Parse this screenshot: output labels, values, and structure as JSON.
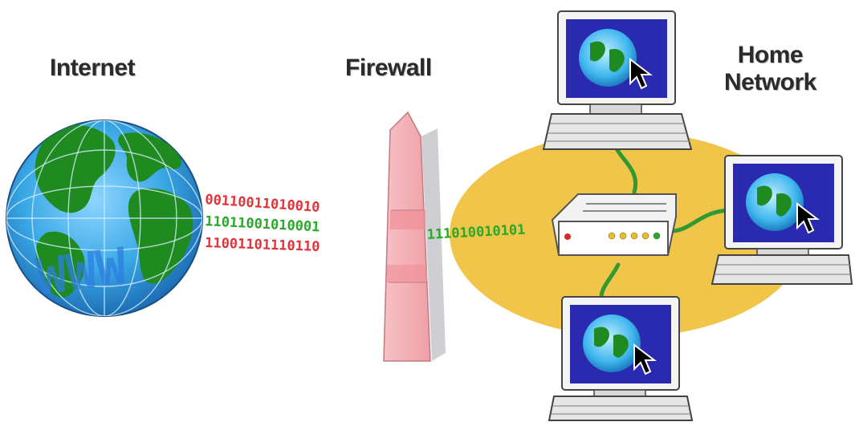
{
  "labels": {
    "internet": "Internet",
    "firewall": "Firewall",
    "home_network_line1": "Home",
    "home_network_line2": "Network",
    "globe_text": "WWW"
  },
  "data_streams": {
    "red_top": "00110011010010",
    "green_mid": "11011001010001",
    "red_bottom": "11001101110110",
    "green_passed": "111010010101"
  },
  "colors": {
    "globe_ocean": "#3aa8e6",
    "land": "#1f8a1f",
    "firewall": "#f4b4b8",
    "network_zone": "#f1c54a",
    "blocked_bits": "#e0343a",
    "passed_bits": "#2aa82a",
    "screen": "#2a2ab0",
    "cable": "#2f9a2f"
  }
}
